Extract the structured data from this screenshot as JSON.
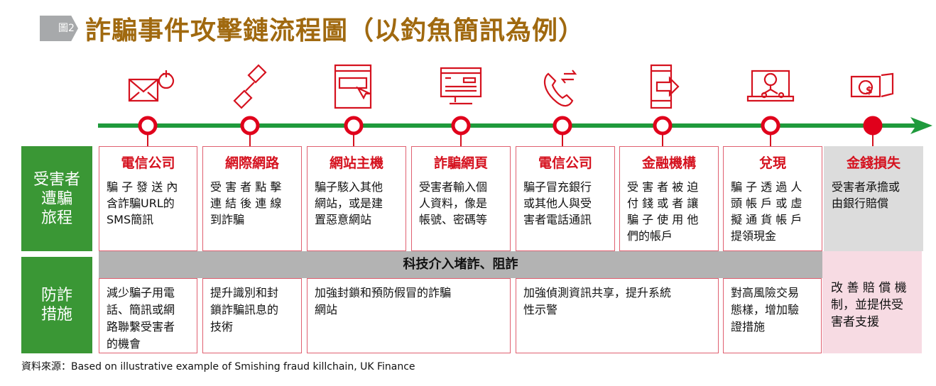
{
  "header": {
    "figure_tag": "圖2",
    "title": "詐騙事件攻擊鏈流程圖（以釣魚簡訊為例）"
  },
  "colors": {
    "green": "#3a9735",
    "red": "#d5121f",
    "title": "#a0690f",
    "gray": "#b3b3b3",
    "pink": "#f7dbe3"
  },
  "timeline": {
    "icons": [
      "email-add-icon",
      "chain-link-icon",
      "www-browser-icon",
      "webpage-code-icon",
      "phone-call-icon",
      "mobile-payment-icon",
      "bitcoin-laptop-icon",
      "money-loss-icon"
    ]
  },
  "row_labels": {
    "journey": [
      "受害者",
      "遭騙",
      "旅程"
    ],
    "measures": [
      "防詐",
      "措施"
    ]
  },
  "journey": [
    {
      "title": "電信公司",
      "lines": [
        "騙 子 發 送 內",
        "含詐騙URL的",
        "SMS簡訊"
      ]
    },
    {
      "title": "網際網路",
      "lines": [
        "受 害 者 點 擊",
        "連 結 後 連 線",
        "到詐騙"
      ]
    },
    {
      "title": "網站主機",
      "lines": [
        "騙子駭入其他",
        "網站，或是建",
        "置惡意網站"
      ]
    },
    {
      "title": "詐騙網頁",
      "lines": [
        "受害者輸入個",
        "人資料，像是",
        "帳號、密碼等"
      ]
    },
    {
      "title": "電信公司",
      "lines": [
        "騙子冒充銀行",
        "或其他人與受",
        "害者電話通訊"
      ]
    },
    {
      "title": "金融機構",
      "lines": [
        "受 害 者 被 迫",
        "付 錢 或 者 讓",
        "騙 子 使 用 他",
        "們的帳戶"
      ]
    },
    {
      "title": "兌現",
      "lines": [
        "騙 子 透 過 人",
        "頭 帳 戶 或 虛",
        "擬 通 貨 帳 戶",
        "提領現金"
      ]
    },
    {
      "title": "金錢損失",
      "lines": [
        "受害者承擔或",
        "由銀行賠償"
      ]
    }
  ],
  "tech_bar": "科技介入堵詐、阻詐",
  "measures": [
    {
      "lines": [
        "減少騙子用電",
        "話、簡訊或網",
        "路聯繫受害者",
        "的機會"
      ]
    },
    {
      "lines": [
        "提升識別和封",
        "鎖詐騙訊息的",
        "技術"
      ]
    },
    {
      "lines": [
        "加強封鎖和預防假冒的詐騙",
        "網站"
      ]
    },
    {
      "lines": [
        "加強偵測資訊共享，提升系統",
        "性示警"
      ]
    },
    {
      "lines": [
        "對高風險交易",
        "態樣，增加驗",
        "證措施"
      ]
    }
  ],
  "compensation": {
    "lines": [
      "改 善 賠 償 機",
      "制，並提供受",
      "害者支援"
    ]
  },
  "source": "資料來源：Based on illustrative example of Smishing fraud killchain, UK Finance"
}
